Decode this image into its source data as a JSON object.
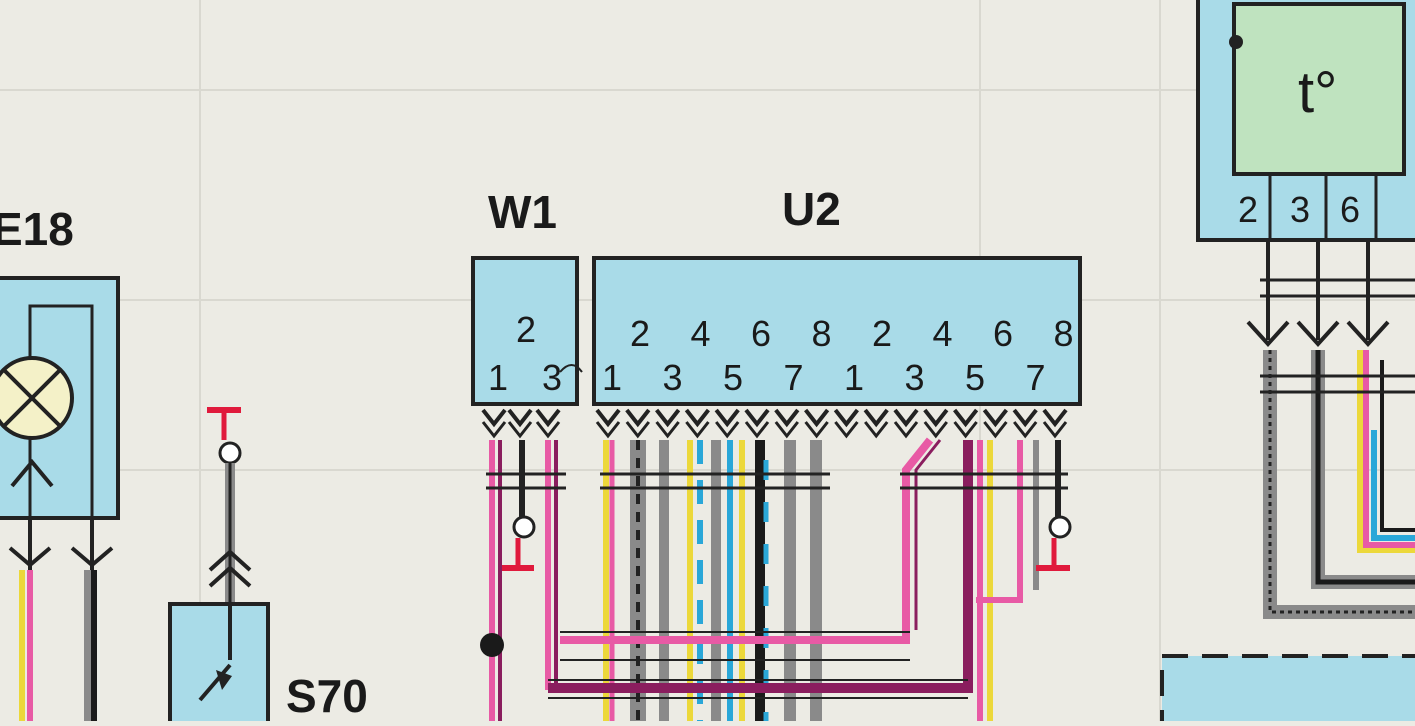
{
  "components": {
    "e18": {
      "label": "E18"
    },
    "s70": {
      "label": "S70"
    },
    "w1": {
      "label": "W1",
      "pins_top": [
        "2"
      ],
      "pins_bottom": [
        "1",
        "3"
      ]
    },
    "u2": {
      "label": "U2",
      "pins_top": [
        "2",
        "4",
        "6",
        "8",
        "2",
        "4",
        "6",
        "8"
      ],
      "pins_bottom": [
        "1",
        "3",
        "5",
        "7",
        "1",
        "3",
        "5",
        "7"
      ]
    },
    "temp_sensor": {
      "symbol": "t°",
      "pins": [
        "2",
        "3",
        "6"
      ]
    }
  },
  "colors": {
    "connector_fill": "#a9dbe8",
    "sensor_fill": "#bfe3bf",
    "pink": "#e85aa5",
    "magenta": "#8a1d5e",
    "yellow": "#ecd83a",
    "blue": "#2aa7d8",
    "black": "#1a1a1a",
    "grey": "#8a8a8a",
    "red": "#e01a3c"
  }
}
